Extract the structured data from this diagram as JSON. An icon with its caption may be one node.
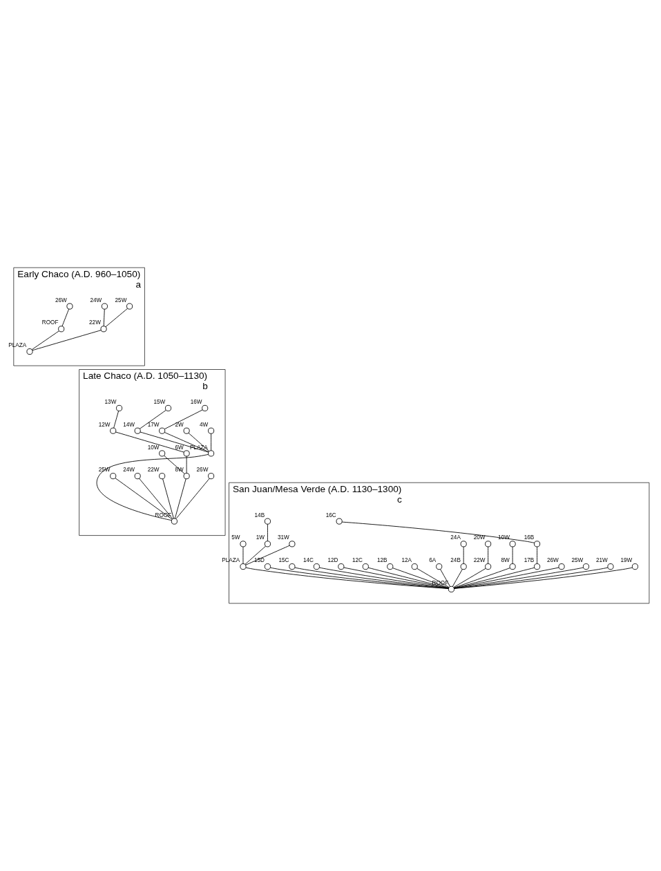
{
  "diagram": {
    "nodes": [
      {
        "text": [
          "Early Chaco (A.D. 960–1050)",
          "a"
        ]
      },
      {
        "text": [],
        "shape": "circle",
        "beside": [
          "26W"
        ],
        "in": 0
      },
      {
        "text": [],
        "shape": "circle",
        "beside": [
          "24W"
        ],
        "in": 0
      },
      {
        "text": [],
        "shape": "circle",
        "beside": [
          "25W"
        ],
        "in": 0
      },
      {
        "text": [],
        "shape": "circle",
        "beside": [
          "ROOF"
        ],
        "in": 0
      },
      {
        "text": [],
        "shape": "circle",
        "beside": [
          "22W"
        ],
        "in": 0
      },
      {
        "text": [],
        "shape": "circle",
        "beside": [
          "PLAZA"
        ],
        "in": 0
      },
      {
        "text": [
          "Late Chaco (A.D. 1050–1130)",
          "b"
        ]
      },
      {
        "text": [],
        "shape": "circle",
        "beside": [
          "13W"
        ],
        "in": 7
      },
      {
        "text": [],
        "shape": "circle",
        "beside": [
          "12W"
        ],
        "in": 7
      },
      {
        "text": [],
        "shape": "circle",
        "beside": [
          "15W"
        ],
        "in": 7
      },
      {
        "text": [],
        "shape": "circle",
        "beside": [
          "16W"
        ],
        "in": 7
      },
      {
        "text": [],
        "shape": "circle",
        "beside": [
          "10W"
        ],
        "in": 7
      },
      {
        "text": [],
        "shape": "circle",
        "beside": [
          "6W"
        ],
        "in": 7
      },
      {
        "text": [],
        "shape": "circle",
        "beside": [
          "22W"
        ],
        "in": 7
      },
      {
        "text": [],
        "shape": "circle",
        "beside": [
          "24W"
        ],
        "in": 7
      },
      {
        "text": [],
        "shape": "circle",
        "beside": [
          "25W"
        ],
        "in": 7
      },
      {
        "text": [],
        "shape": "circle",
        "beside": [
          "26W"
        ],
        "in": 7
      },
      {
        "text": [],
        "shape": "circle",
        "beside": [
          "14W"
        ],
        "in": 7
      },
      {
        "text": [],
        "shape": "circle",
        "beside": [
          "17W"
        ],
        "in": 7
      },
      {
        "text": [],
        "shape": "circle",
        "beside": [
          "2W"
        ],
        "in": 7
      },
      {
        "text": [],
        "shape": "circle",
        "beside": [
          "4W"
        ],
        "in": 7
      },
      {
        "text": [],
        "shape": "circle",
        "beside": [
          "8W"
        ],
        "in": 7
      },
      {
        "text": [],
        "shape": "circle",
        "beside": [
          "ROOF"
        ],
        "in": 7
      },
      {
        "text": [],
        "shape": "circle",
        "beside": [
          "PLAZA"
        ],
        "in": 7
      },
      {
        "text": [
          "San Juan/Mesa Verde (A.D. 1130–1300)",
          "c"
        ]
      },
      {
        "text": [],
        "shape": "circle",
        "beside": [
          "16C"
        ],
        "in": 25
      },
      {
        "text": [],
        "shape": "circle",
        "beside": [
          "10W"
        ],
        "in": 25
      },
      {
        "text": [],
        "shape": "circle",
        "beside": [
          "20W"
        ],
        "in": 25
      },
      {
        "text": [],
        "shape": "circle",
        "beside": [
          "24A"
        ],
        "in": 25
      },
      {
        "text": [],
        "shape": "circle",
        "beside": [
          "16B"
        ],
        "in": 25
      },
      {
        "text": [],
        "shape": "circle",
        "beside": [
          "8W"
        ],
        "in": 25
      },
      {
        "text": [],
        "shape": "circle",
        "beside": [
          "6A"
        ],
        "in": 25
      },
      {
        "text": [],
        "shape": "circle",
        "beside": [
          "12A"
        ],
        "in": 25
      },
      {
        "text": [],
        "shape": "circle",
        "beside": [
          "12B"
        ],
        "in": 25
      },
      {
        "text": [],
        "shape": "circle",
        "beside": [
          "12C"
        ],
        "in": 25
      },
      {
        "text": [],
        "shape": "circle",
        "beside": [
          "12D"
        ],
        "in": 25
      },
      {
        "text": [],
        "shape": "circle",
        "beside": [
          "14C"
        ],
        "in": 25
      },
      {
        "text": [],
        "shape": "circle",
        "beside": [
          "15C"
        ],
        "in": 25
      },
      {
        "text": [],
        "shape": "circle",
        "beside": [
          "15D"
        ],
        "in": 25
      },
      {
        "text": [],
        "shape": "circle",
        "beside": [
          "17B"
        ],
        "in": 25
      },
      {
        "text": [],
        "shape": "circle",
        "beside": [
          "19W"
        ],
        "in": 25
      },
      {
        "text": [],
        "shape": "circle",
        "beside": [
          "21W"
        ],
        "in": 25
      },
      {
        "text": [],
        "shape": "circle",
        "beside": [
          "22W"
        ],
        "in": 25
      },
      {
        "text": [],
        "shape": "circle",
        "beside": [
          "24B"
        ],
        "in": 25
      },
      {
        "text": [],
        "shape": "circle",
        "beside": [
          "25W"
        ],
        "in": 25
      },
      {
        "text": [],
        "shape": "circle",
        "beside": [
          "26W"
        ],
        "in": 25
      },
      {
        "text": [],
        "shape": "circle",
        "beside": [
          "14B"
        ],
        "in": 25
      },
      {
        "text": [],
        "shape": "circle",
        "beside": [
          "ROOF"
        ],
        "in": 25
      },
      {
        "text": [],
        "shape": "circle",
        "beside": [
          "1W"
        ],
        "in": 25
      },
      {
        "text": [],
        "shape": "circle",
        "beside": [
          "5W"
        ],
        "in": 25
      },
      {
        "text": [],
        "shape": "circle",
        "beside": [
          "31W"
        ],
        "in": 25
      },
      {
        "text": [],
        "shape": "circle",
        "beside": [
          "PLAZA"
        ],
        "in": 25
      }
    ],
    "edges": [
      {
        "from": 1,
        "to": 4,
        "arrow": "none"
      },
      {
        "from": 4,
        "to": 6,
        "arrow": "none"
      },
      {
        "from": 2,
        "to": 5,
        "arrow": "none"
      },
      {
        "from": 3,
        "to": 5,
        "arrow": "none"
      },
      {
        "from": 5,
        "to": 6,
        "arrow": "none"
      },
      {
        "from": 10,
        "to": 18,
        "arrow": "none"
      },
      {
        "from": 11,
        "to": 19,
        "arrow": "none"
      },
      {
        "from": 18,
        "to": 24,
        "arrow": "none"
      },
      {
        "from": 19,
        "to": 24,
        "arrow": "none"
      },
      {
        "from": 20,
        "to": 24,
        "arrow": "none"
      },
      {
        "from": 21,
        "to": 24,
        "arrow": "none"
      },
      {
        "from": 24,
        "to": 23,
        "arrow": "none"
      },
      {
        "from": 12,
        "to": 22,
        "arrow": "none"
      },
      {
        "from": 13,
        "to": 22,
        "arrow": "none"
      },
      {
        "from": 9,
        "to": 13,
        "arrow": "none"
      },
      {
        "from": 8,
        "to": 9,
        "arrow": "none"
      },
      {
        "from": 22,
        "to": 23,
        "arrow": "none"
      },
      {
        "from": 14,
        "to": 23,
        "arrow": "none"
      },
      {
        "from": 15,
        "to": 23,
        "arrow": "none"
      },
      {
        "from": 16,
        "to": 23,
        "arrow": "none"
      },
      {
        "from": 17,
        "to": 23,
        "arrow": "none"
      },
      {
        "from": 26,
        "to": 30,
        "arrow": "none"
      },
      {
        "from": 30,
        "to": 40,
        "arrow": "none"
      },
      {
        "from": 27,
        "to": 31,
        "arrow": "none"
      },
      {
        "from": 28,
        "to": 43,
        "arrow": "none"
      },
      {
        "from": 29,
        "to": 44,
        "arrow": "none"
      },
      {
        "from": 31,
        "to": 48,
        "arrow": "none"
      },
      {
        "from": 32,
        "to": 48,
        "arrow": "none"
      },
      {
        "from": 33,
        "to": 48,
        "arrow": "none"
      },
      {
        "from": 34,
        "to": 48,
        "arrow": "none"
      },
      {
        "from": 35,
        "to": 48,
        "arrow": "none"
      },
      {
        "from": 36,
        "to": 48,
        "arrow": "none"
      },
      {
        "from": 37,
        "to": 48,
        "arrow": "none"
      },
      {
        "from": 38,
        "to": 48,
        "arrow": "none"
      },
      {
        "from": 39,
        "to": 48,
        "arrow": "none"
      },
      {
        "from": 40,
        "to": 48,
        "arrow": "none"
      },
      {
        "from": 41,
        "to": 48,
        "arrow": "none"
      },
      {
        "from": 42,
        "to": 48,
        "arrow": "none"
      },
      {
        "from": 43,
        "to": 48,
        "arrow": "none"
      },
      {
        "from": 44,
        "to": 48,
        "arrow": "none"
      },
      {
        "from": 45,
        "to": 48,
        "arrow": "none"
      },
      {
        "from": 46,
        "to": 48,
        "arrow": "none"
      },
      {
        "from": 47,
        "to": 49,
        "arrow": "none"
      },
      {
        "from": 49,
        "to": 52,
        "arrow": "none"
      },
      {
        "from": 50,
        "to": 52,
        "arrow": "none"
      },
      {
        "from": 51,
        "to": 52,
        "arrow": "none"
      },
      {
        "from": 52,
        "to": 48,
        "arrow": "none"
      }
    ]
  }
}
